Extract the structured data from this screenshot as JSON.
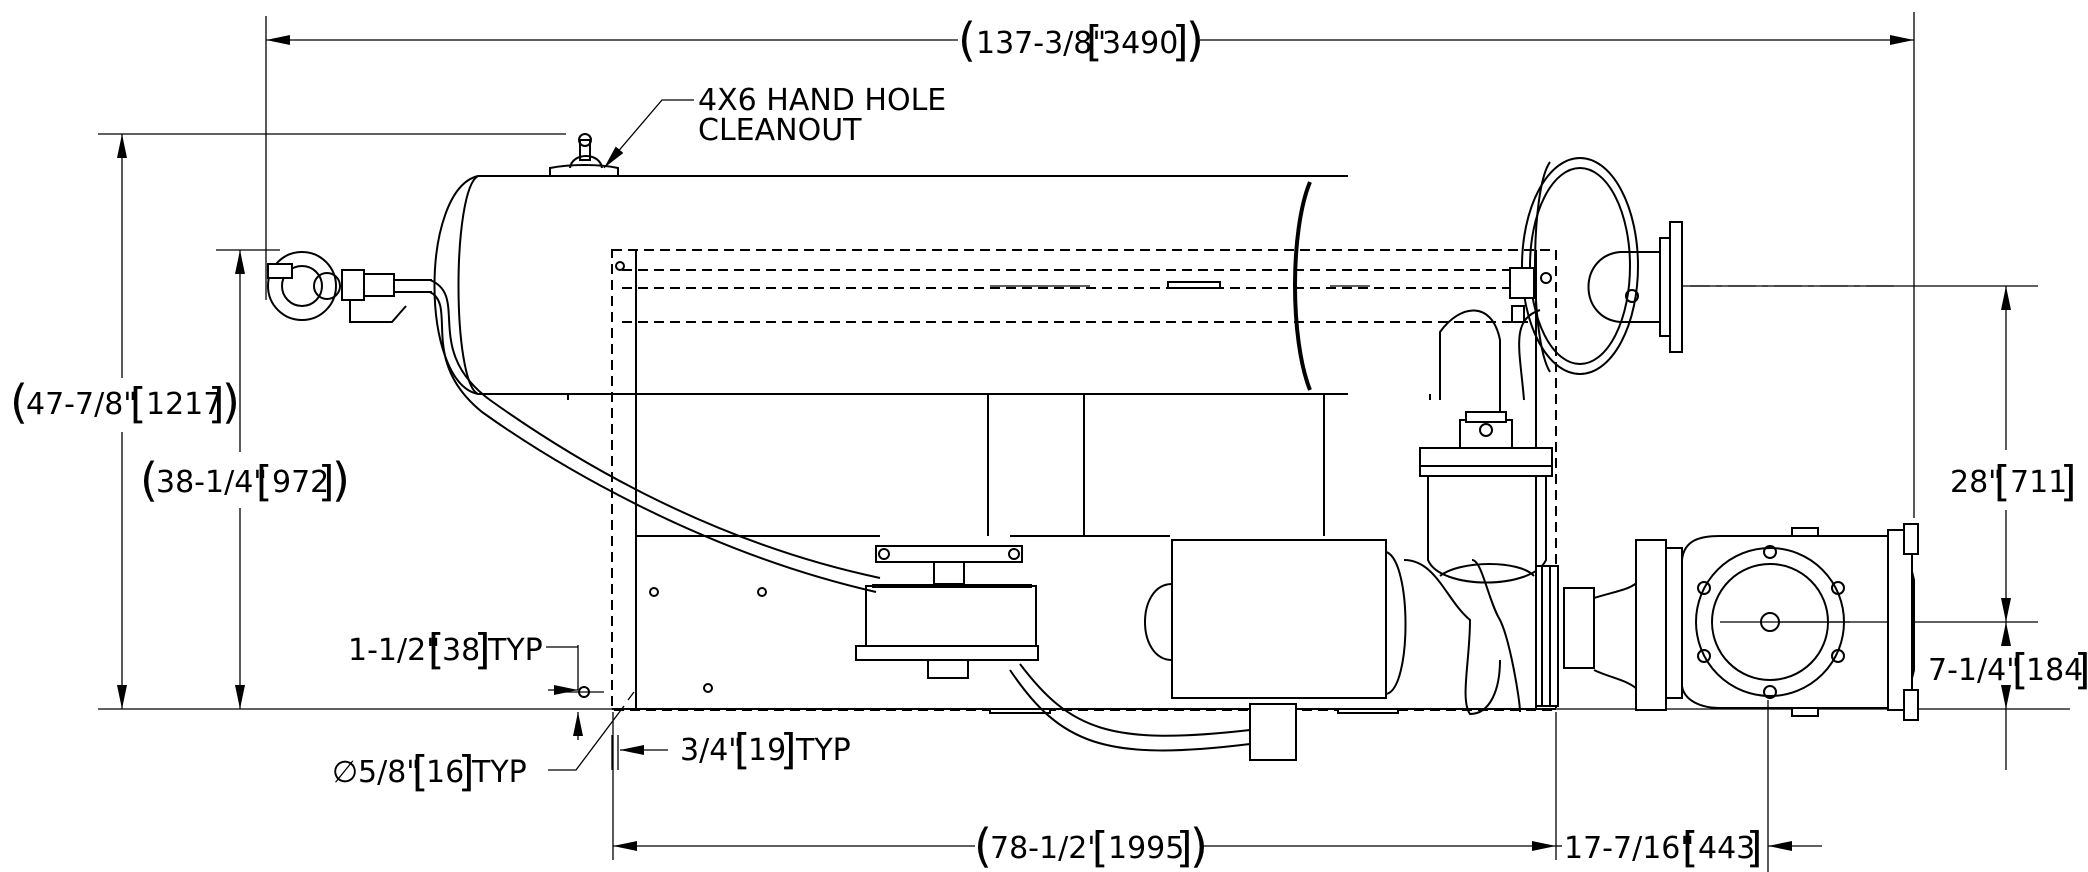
{
  "labels": {
    "handhole_line1": "4X6 HAND HOLE",
    "handhole_line2": "CLEANOUT",
    "hole_typ_suffix": "TYP",
    "edge_typ_suffix": "TYP",
    "web_typ_suffix": "TYP",
    "diameter_symbol": "∅"
  },
  "dimensions": {
    "overall_length": {
      "imperial": "137-3/8\"",
      "metric": "3490",
      "reference": true
    },
    "overall_height": {
      "imperial": "47-7/8\"",
      "metric": "1217",
      "reference": true
    },
    "tank_height": {
      "imperial": "38-1/4\"",
      "metric": "972",
      "reference": true
    },
    "skid_length": {
      "imperial": "78-1/2\"",
      "metric": "1995",
      "reference": true
    },
    "outlet_offset": {
      "imperial": "17-7/16\"",
      "metric": "443",
      "reference": false
    },
    "inlet_height": {
      "imperial": "28\"",
      "metric": "711",
      "reference": false
    },
    "outlet_height": {
      "imperial": "7-1/4\"",
      "metric": "184",
      "reference": false
    },
    "hole_edge": {
      "imperial": "1-1/2\"",
      "metric": "38",
      "reference": false
    },
    "hole_dia": {
      "imperial": "5/8\"",
      "metric": "16",
      "reference": false
    },
    "web_thk": {
      "imperial": "3/4\"",
      "metric": "19",
      "reference": false
    }
  },
  "colors": {
    "ink": "#000000",
    "paper": "#ffffff"
  }
}
